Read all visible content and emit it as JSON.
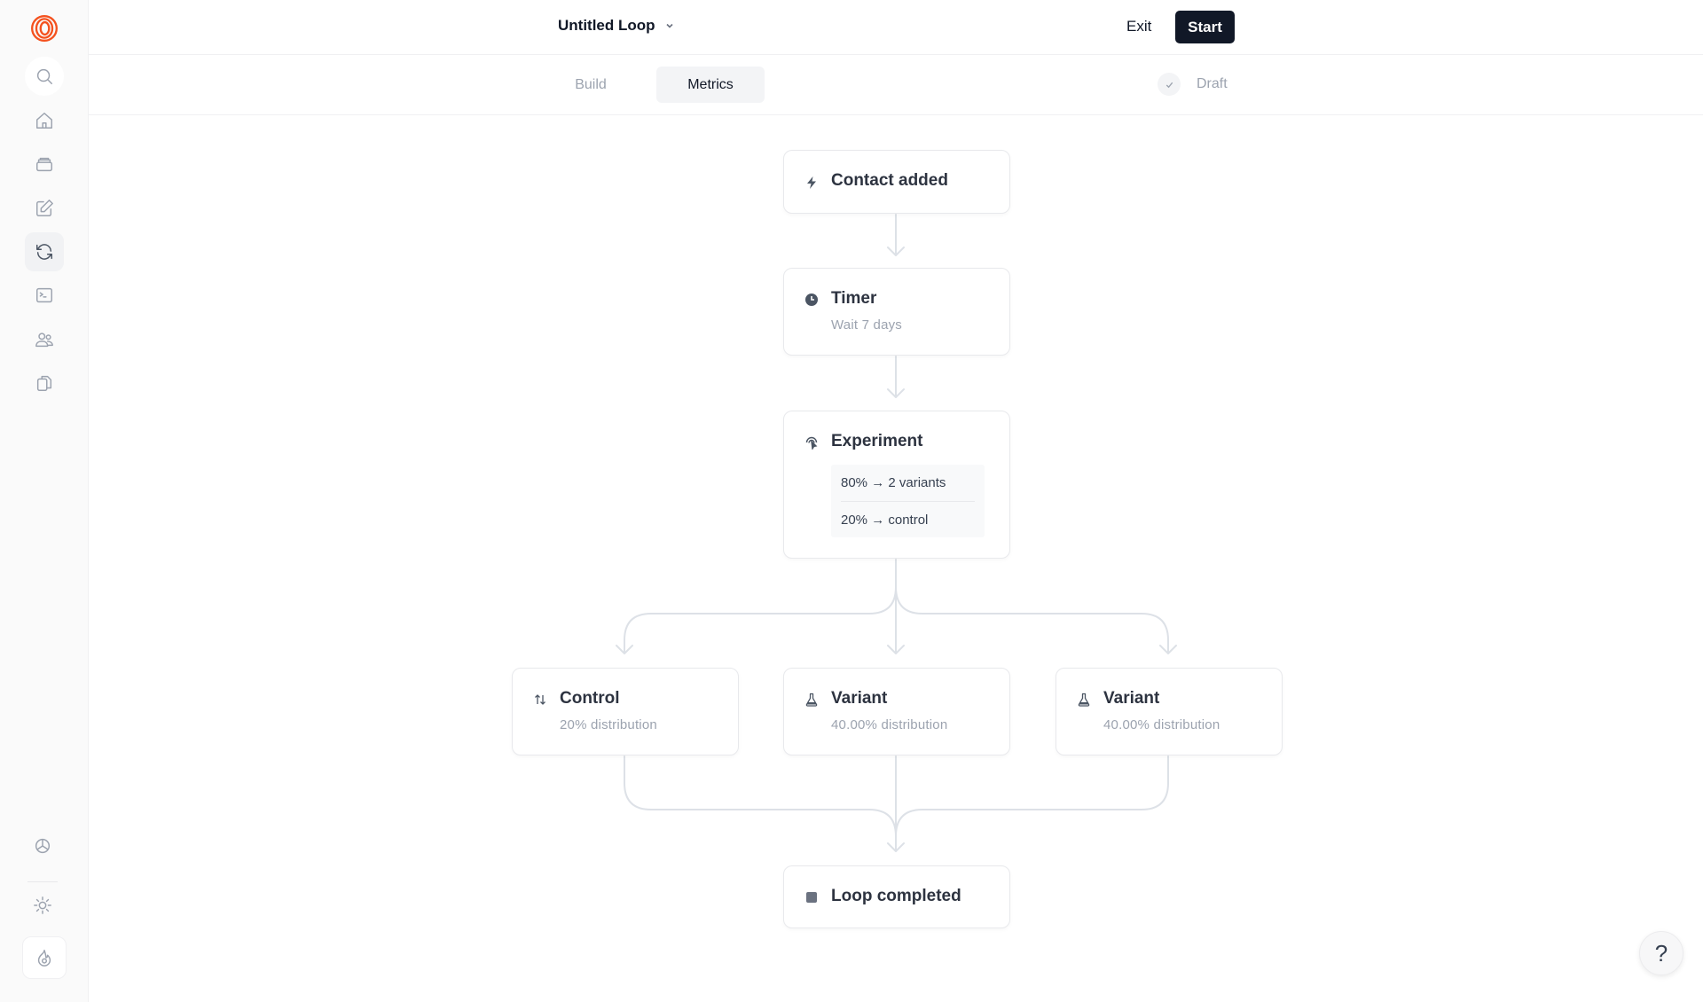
{
  "sidebar": {
    "logo": "loops-logo",
    "items": [
      {
        "icon": "search-icon"
      },
      {
        "icon": "home-icon"
      },
      {
        "icon": "archive-icon"
      },
      {
        "icon": "edit-icon"
      },
      {
        "icon": "refresh-loop-icon",
        "active": true
      },
      {
        "icon": "terminal-icon"
      },
      {
        "icon": "users-icon"
      },
      {
        "icon": "copy-icon"
      }
    ],
    "bottom": [
      {
        "icon": "settings-icon"
      },
      {
        "icon": "sun-icon"
      },
      {
        "icon": "flame-icon"
      }
    ]
  },
  "header": {
    "title": "Untitled Loop",
    "exit_label": "Exit",
    "start_label": "Start"
  },
  "tabs": [
    {
      "label": "Build",
      "active": false
    },
    {
      "label": "Metrics",
      "active": true
    }
  ],
  "status": {
    "label": "Draft"
  },
  "flow": {
    "trigger": {
      "title": "Contact added",
      "icon": "lightning-icon"
    },
    "timer": {
      "title": "Timer",
      "subtitle": "Wait 7 days",
      "icon": "clock-icon"
    },
    "experiment": {
      "title": "Experiment",
      "icon": "experiment-icon",
      "rows": [
        "80% → 2 variants",
        "20% → control"
      ]
    },
    "branches": [
      {
        "title": "Control",
        "subtitle": "20% distribution",
        "icon": "arrows-up-down-icon"
      },
      {
        "title": "Variant",
        "subtitle": "40.00% distribution",
        "icon": "flask-icon"
      },
      {
        "title": "Variant",
        "subtitle": "40.00% distribution",
        "icon": "flask-icon"
      }
    ],
    "end": {
      "title": "Loop completed",
      "icon": "stop-icon"
    }
  },
  "help": {
    "label": "?"
  },
  "colors": {
    "brand": "#f4511e",
    "primary_button": "#111827",
    "connector": "#dde1e7"
  }
}
